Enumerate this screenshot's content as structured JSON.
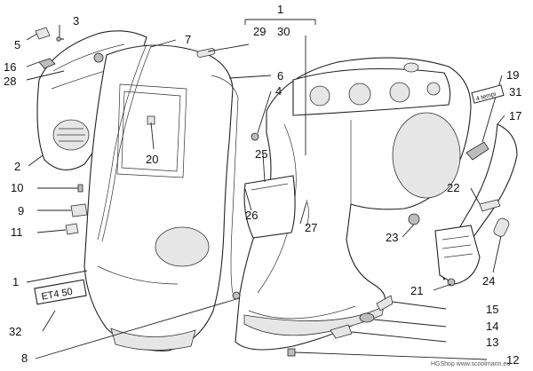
{
  "callouts": {
    "c1_top": "1",
    "c29": "29",
    "c30": "30",
    "c3": "3",
    "c5": "5",
    "c7": "7",
    "c6": "6",
    "c4": "4",
    "c16": "16",
    "c28": "28",
    "c19": "19",
    "c31": "31",
    "c17": "17",
    "c2": "2",
    "c20": "20",
    "c25": "25",
    "c10": "10",
    "c9": "9",
    "c26": "26",
    "c27": "27",
    "c22": "22",
    "c11": "11",
    "c23": "23",
    "c1_left": "1",
    "c24": "24",
    "c21": "21",
    "c15": "15",
    "c14": "14",
    "c32": "32",
    "c13": "13",
    "c8": "8",
    "c12": "12"
  },
  "labels": {
    "sticker_31": "4 tempi",
    "badge_32": "ET4 50"
  },
  "watermark": "HGShop www.scoolmann.eu"
}
